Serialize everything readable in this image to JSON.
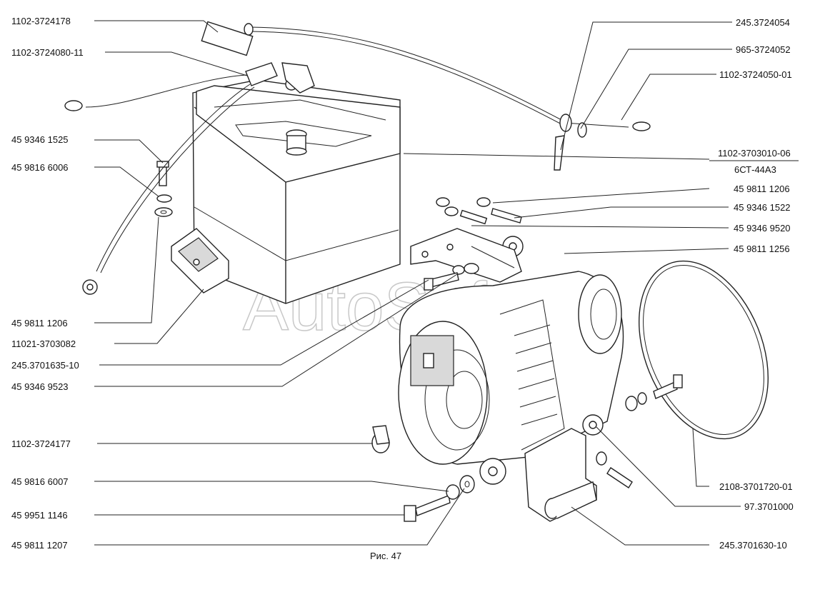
{
  "figure": {
    "caption": "Рис. 47",
    "watermark": "AutoSoft"
  },
  "callouts": {
    "left": [
      "1102-3724178",
      "1102-3724080-11",
      "45 9346 1525",
      "45 9816 6006",
      "45 9811 1206",
      "11021-3703082",
      "245.3701635-10",
      "45 9346 9523",
      "1102-3724177",
      "45 9816 6007",
      "45 9951 1146",
      "45 9811 1207"
    ],
    "right": [
      "245.3724054",
      "965-3724052",
      "1102-3724050-01",
      "1102-3703010-06",
      "6СТ-44А3",
      "45 9811 1206",
      "45 9346 1522",
      "45 9346 9520",
      "45 9811 1256",
      "2108-3701720-01",
      "97.3701000",
      "245.3701630-10"
    ]
  }
}
